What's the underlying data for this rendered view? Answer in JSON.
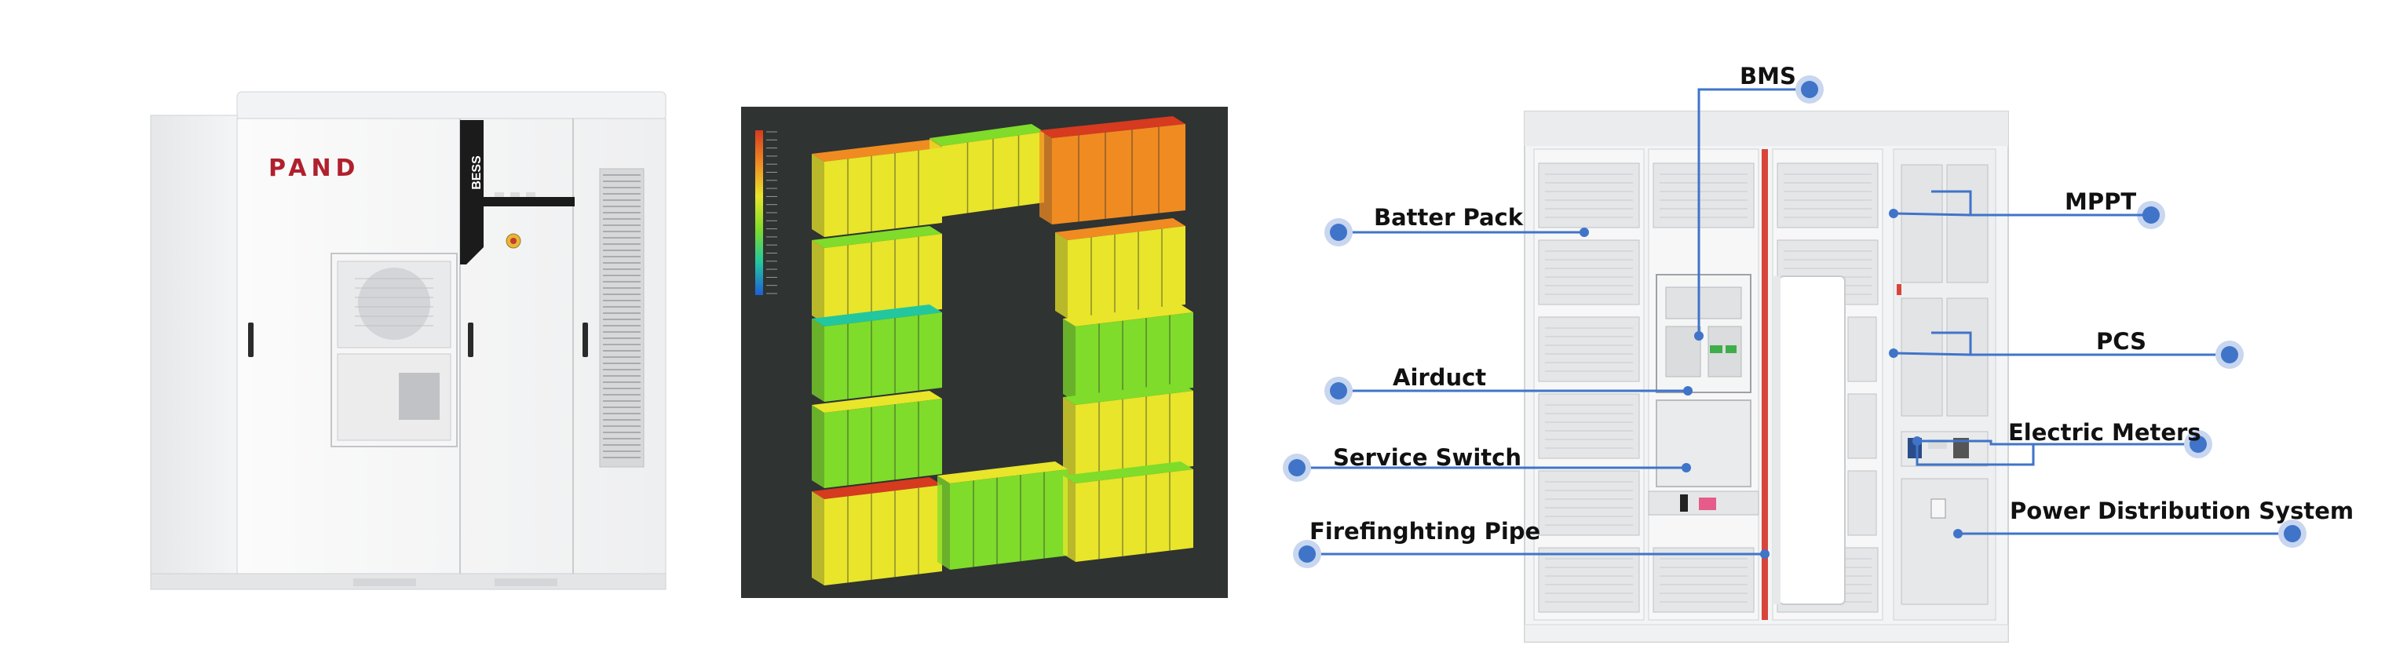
{
  "brand": {
    "logo_text": "PAND",
    "side_text": "BESS",
    "logo_color": "#b0202c"
  },
  "heatmap": {
    "colors": [
      "#d63a1f",
      "#f08b22",
      "#e8e52a",
      "#7fdc2a",
      "#22c7a0",
      "#1e5fd8"
    ]
  },
  "callouts": [
    {
      "id": "bms",
      "label": "BMS"
    },
    {
      "id": "batter-pack",
      "label": "Batter Pack"
    },
    {
      "id": "mppt",
      "label": "MPPT"
    },
    {
      "id": "pcs",
      "label": "PCS"
    },
    {
      "id": "airduct",
      "label": "Airduct"
    },
    {
      "id": "electric-meters",
      "label": "Electric Meters"
    },
    {
      "id": "service-switch",
      "label": "Service Switch"
    },
    {
      "id": "power-distribution",
      "label": "Power Distribution System"
    },
    {
      "id": "firefighting-pipe",
      "label": "Firefinghting Pipe"
    }
  ],
  "accent": "#3f74c9"
}
